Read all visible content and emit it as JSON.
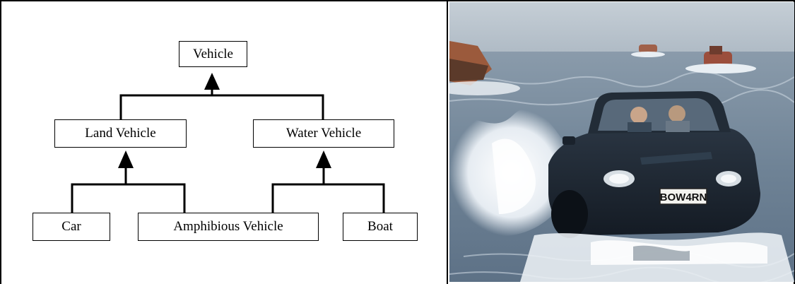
{
  "diagram": {
    "nodes": {
      "vehicle": "Vehicle",
      "land_vehicle": "Land Vehicle",
      "water_vehicle": "Water Vehicle",
      "car": "Car",
      "amphibious_vehicle": "Amphibious Vehicle",
      "boat": "Boat"
    },
    "edges": [
      {
        "from": "land_vehicle",
        "to": "vehicle"
      },
      {
        "from": "water_vehicle",
        "to": "vehicle"
      },
      {
        "from": "car",
        "to": "land_vehicle"
      },
      {
        "from": "amphibious_vehicle",
        "to": "land_vehicle"
      },
      {
        "from": "amphibious_vehicle",
        "to": "water_vehicle"
      },
      {
        "from": "boat",
        "to": "water_vehicle"
      }
    ]
  },
  "photo": {
    "plate_text": "BOW4RN",
    "colors": {
      "sea": "#7d8fa0",
      "spray": "#eef2f6",
      "car_body": "#1c2733",
      "sky": "#b9c3cc"
    }
  }
}
